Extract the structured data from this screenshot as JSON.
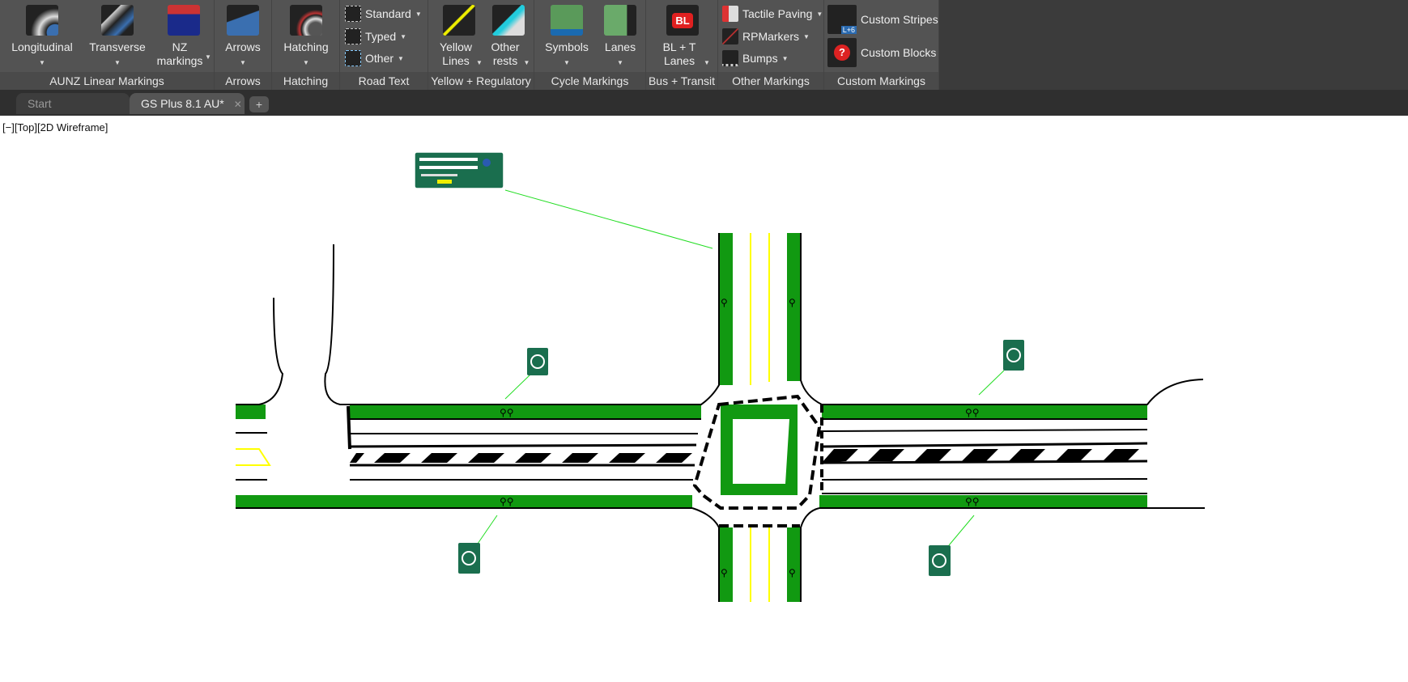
{
  "ribbon": {
    "panels": [
      {
        "label": "AUNZ Linear Markings",
        "buttons": [
          {
            "label": "Longitudinal",
            "icon": "longitudinal-icon"
          },
          {
            "label": "Transverse",
            "icon": "transverse-icon"
          },
          {
            "label": "NZ markings",
            "icon": "nz-flag-icon"
          }
        ]
      },
      {
        "label": "Arrows",
        "buttons": [
          {
            "label": "Arrows",
            "icon": "arrows-icon"
          }
        ]
      },
      {
        "label": "Hatching",
        "buttons": [
          {
            "label": "Hatching",
            "icon": "hatching-icon"
          }
        ]
      },
      {
        "label": "Road Text",
        "items": [
          {
            "label": "Standard"
          },
          {
            "label": "Typed"
          },
          {
            "label": "Other"
          }
        ]
      },
      {
        "label": "Yellow + Regulatory",
        "buttons": [
          {
            "label": "Yellow Lines",
            "icon": "yellow-lines-icon"
          },
          {
            "label": "Other rests",
            "icon": "other-rests-icon"
          }
        ]
      },
      {
        "label": "Cycle Markings",
        "buttons": [
          {
            "label": "Symbols",
            "icon": "cycle-symbols-icon"
          },
          {
            "label": "Lanes",
            "icon": "cycle-lanes-icon"
          }
        ]
      },
      {
        "label": "Bus + Transit",
        "buttons": [
          {
            "label": "BL + T Lanes",
            "icon": "bus-lane-icon",
            "badge": "BL"
          }
        ]
      },
      {
        "label": "Other Markings",
        "items": [
          {
            "label": "Tactile Paving"
          },
          {
            "label": "RPMarkers"
          },
          {
            "label": "Bumps"
          }
        ]
      },
      {
        "label": "Custom Markings",
        "items": [
          {
            "label": "Custom Stripes",
            "badge": "L+6"
          },
          {
            "label": "Custom Blocks"
          }
        ]
      }
    ]
  },
  "tabs": [
    {
      "label": "Start",
      "active": false
    },
    {
      "label": "GS Plus 8.1 AU*",
      "active": true
    }
  ],
  "viewport": {
    "label": "[−][Top][2D Wireframe]"
  },
  "colors": {
    "ribbon": "#535353",
    "cycle_green": "#119911",
    "sign_green": "#1a6e4e",
    "yellow": "#ffff00"
  }
}
